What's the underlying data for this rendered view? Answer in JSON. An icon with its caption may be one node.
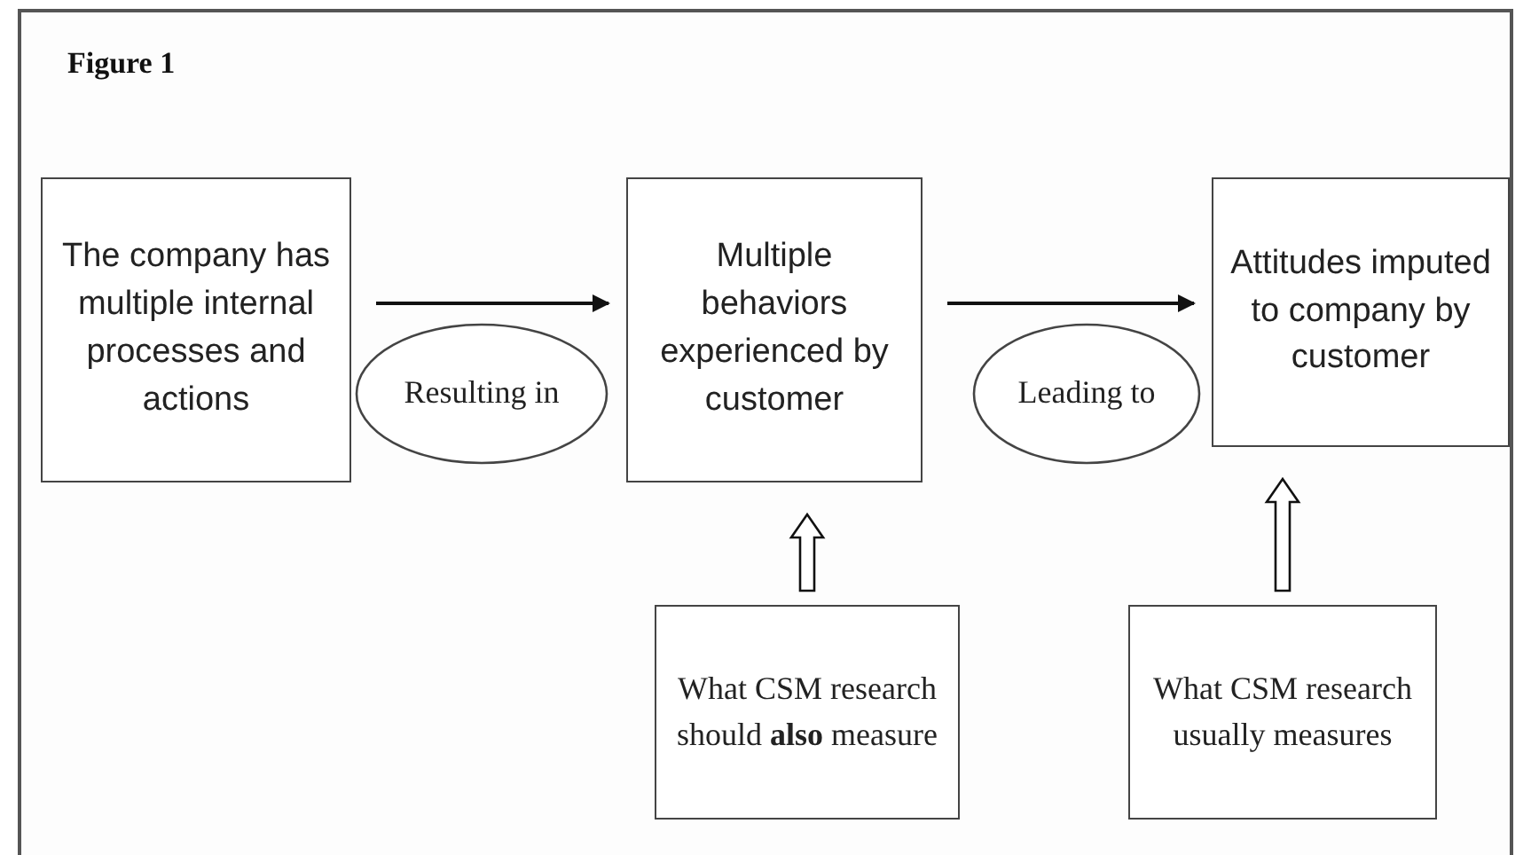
{
  "diagram": {
    "title": "Figure 1",
    "nodes": [
      {
        "text": [
          "The company has multiple internal processes and actions"
        ]
      },
      {
        "text": [
          "Resulting in"
        ]
      },
      {
        "text": [
          "Multiple behaviors experienced by customer"
        ]
      },
      {
        "text": [
          "Leading to"
        ]
      },
      {
        "text": [
          "Attitudes imputed to company by customer"
        ]
      },
      {
        "text": [
          "What CSM research should **also** measure"
        ]
      },
      {
        "text": [
          "What CSM research usually measures"
        ]
      }
    ],
    "edges": [
      {
        "from": 0,
        "to": 2,
        "arrow": "to"
      },
      {
        "from": 2,
        "to": 4,
        "arrow": "to"
      },
      {
        "from": 5,
        "to": 2,
        "arrow": "to",
        "style": "thick"
      },
      {
        "from": 6,
        "to": 4,
        "arrow": "to",
        "style": "thick"
      }
    ]
  }
}
